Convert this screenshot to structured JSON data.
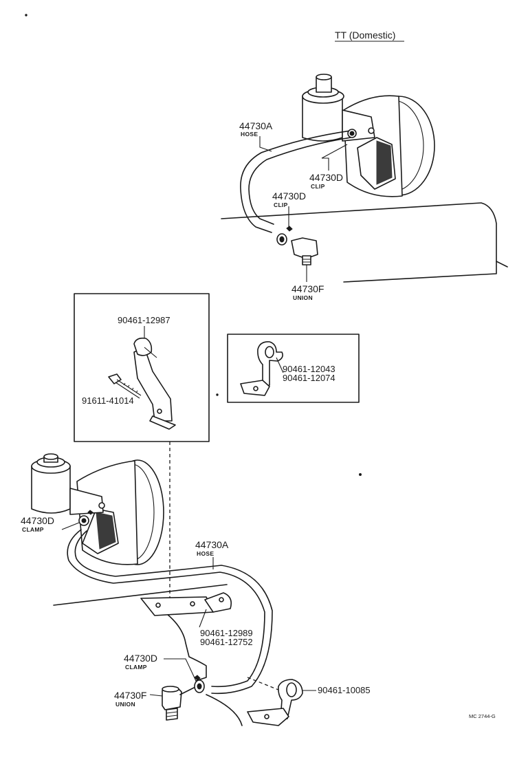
{
  "title": "TT (Domestic)",
  "footer_code": "MC 2744-G",
  "labels": {
    "top_hose_num": "44730A",
    "top_hose_name": "HOSE",
    "top_clip1_num": "44730D",
    "top_clip1_name": "CLIP",
    "top_clip2_num": "44730D",
    "top_clip2_name": "CLIP",
    "top_union_num": "44730F",
    "top_union_name": "UNION",
    "box1_part_a": "90461-12987",
    "box1_part_b": "91611-41014",
    "box2_part_a": "90461-12043",
    "box2_part_b": "90461-12074",
    "bot_clamp1_num": "44730D",
    "bot_clamp1_name": "CLAMP",
    "bot_hose_num": "44730A",
    "bot_hose_name": "HOSE",
    "bot_bracket_a": "90461-12989",
    "bot_bracket_b": "90461-12752",
    "bot_clamp2_num": "44730D",
    "bot_clamp2_name": "CLAMP",
    "bot_union_num": "44730F",
    "bot_union_name": "UNION",
    "bot_clip_num": "90461-10085"
  }
}
